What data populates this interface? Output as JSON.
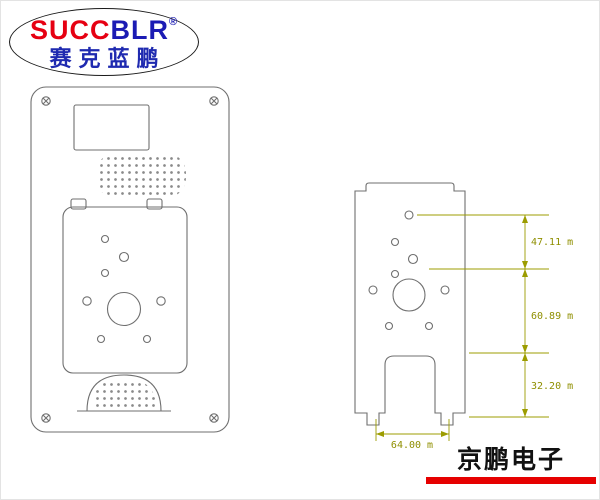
{
  "logo": {
    "brand_part1": "SUCC",
    "brand_part2": "BLR",
    "registered_mark": "®",
    "brand_chinese": "赛克蓝鹏"
  },
  "dimensions": {
    "vertical": [
      {
        "label": "47.11 m"
      },
      {
        "label": "60.89 m"
      },
      {
        "label": "32.20 m"
      }
    ],
    "horizontal": {
      "label": "64.00 m"
    }
  },
  "footer": {
    "company_name": "京鹏电子"
  },
  "colors": {
    "brand_red": "#e60012",
    "brand_blue": "#1b1bb4",
    "chinese_blue": "#1f2ab0",
    "dimension_olive": "#8f8f00",
    "accent_red_bar": "#e60000",
    "drawing_line_gray": "#6f6f6f"
  }
}
